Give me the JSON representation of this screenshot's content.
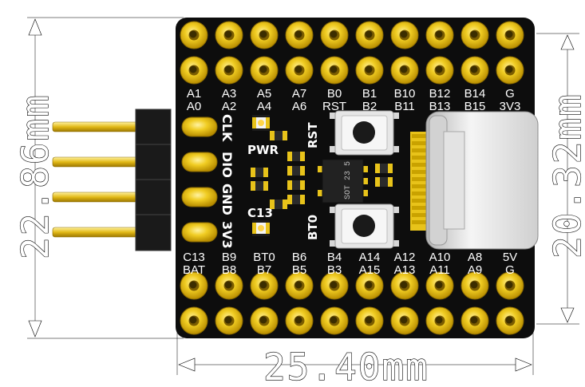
{
  "dimensions": {
    "height_label": "22.86mm",
    "width_label": "25.40mm",
    "right_label": "20.32mm"
  },
  "top_row_labels": [
    {
      "upper": "A1",
      "lower": "A0"
    },
    {
      "upper": "A3",
      "lower": "A2"
    },
    {
      "upper": "A5",
      "lower": "A4"
    },
    {
      "upper": "A7",
      "lower": "A6"
    },
    {
      "upper": "B0",
      "lower": "RST"
    },
    {
      "upper": "B1",
      "lower": "B2"
    },
    {
      "upper": "B10",
      "lower": "B11"
    },
    {
      "upper": "B12",
      "lower": "B13"
    },
    {
      "upper": "B14",
      "lower": "B15"
    },
    {
      "upper": "G",
      "lower": "3V3"
    }
  ],
  "bottom_row_labels": [
    {
      "upper": "C13",
      "lower": "BAT"
    },
    {
      "upper": "B9",
      "lower": "B8"
    },
    {
      "upper": "BT0",
      "lower": "B7"
    },
    {
      "upper": "B6",
      "lower": "B5"
    },
    {
      "upper": "B4",
      "lower": "B3"
    },
    {
      "upper": "A14",
      "lower": "A15"
    },
    {
      "upper": "A12",
      "lower": "A13"
    },
    {
      "upper": "A10",
      "lower": "A11"
    },
    {
      "upper": "A8",
      "lower": "A9"
    },
    {
      "upper": "5V",
      "lower": "G"
    }
  ],
  "header_pins": [
    "CLK",
    "DIO",
    "GND",
    "3V3"
  ],
  "silkscreen": {
    "pwr": "PWR",
    "c13": "C13",
    "rst": "RST",
    "bt0": "BT0",
    "chip": "SOT 23 5"
  },
  "colors": {
    "board": "#0d0d0d",
    "gold": "#e8c31a",
    "dimension": "#ffffff"
  }
}
